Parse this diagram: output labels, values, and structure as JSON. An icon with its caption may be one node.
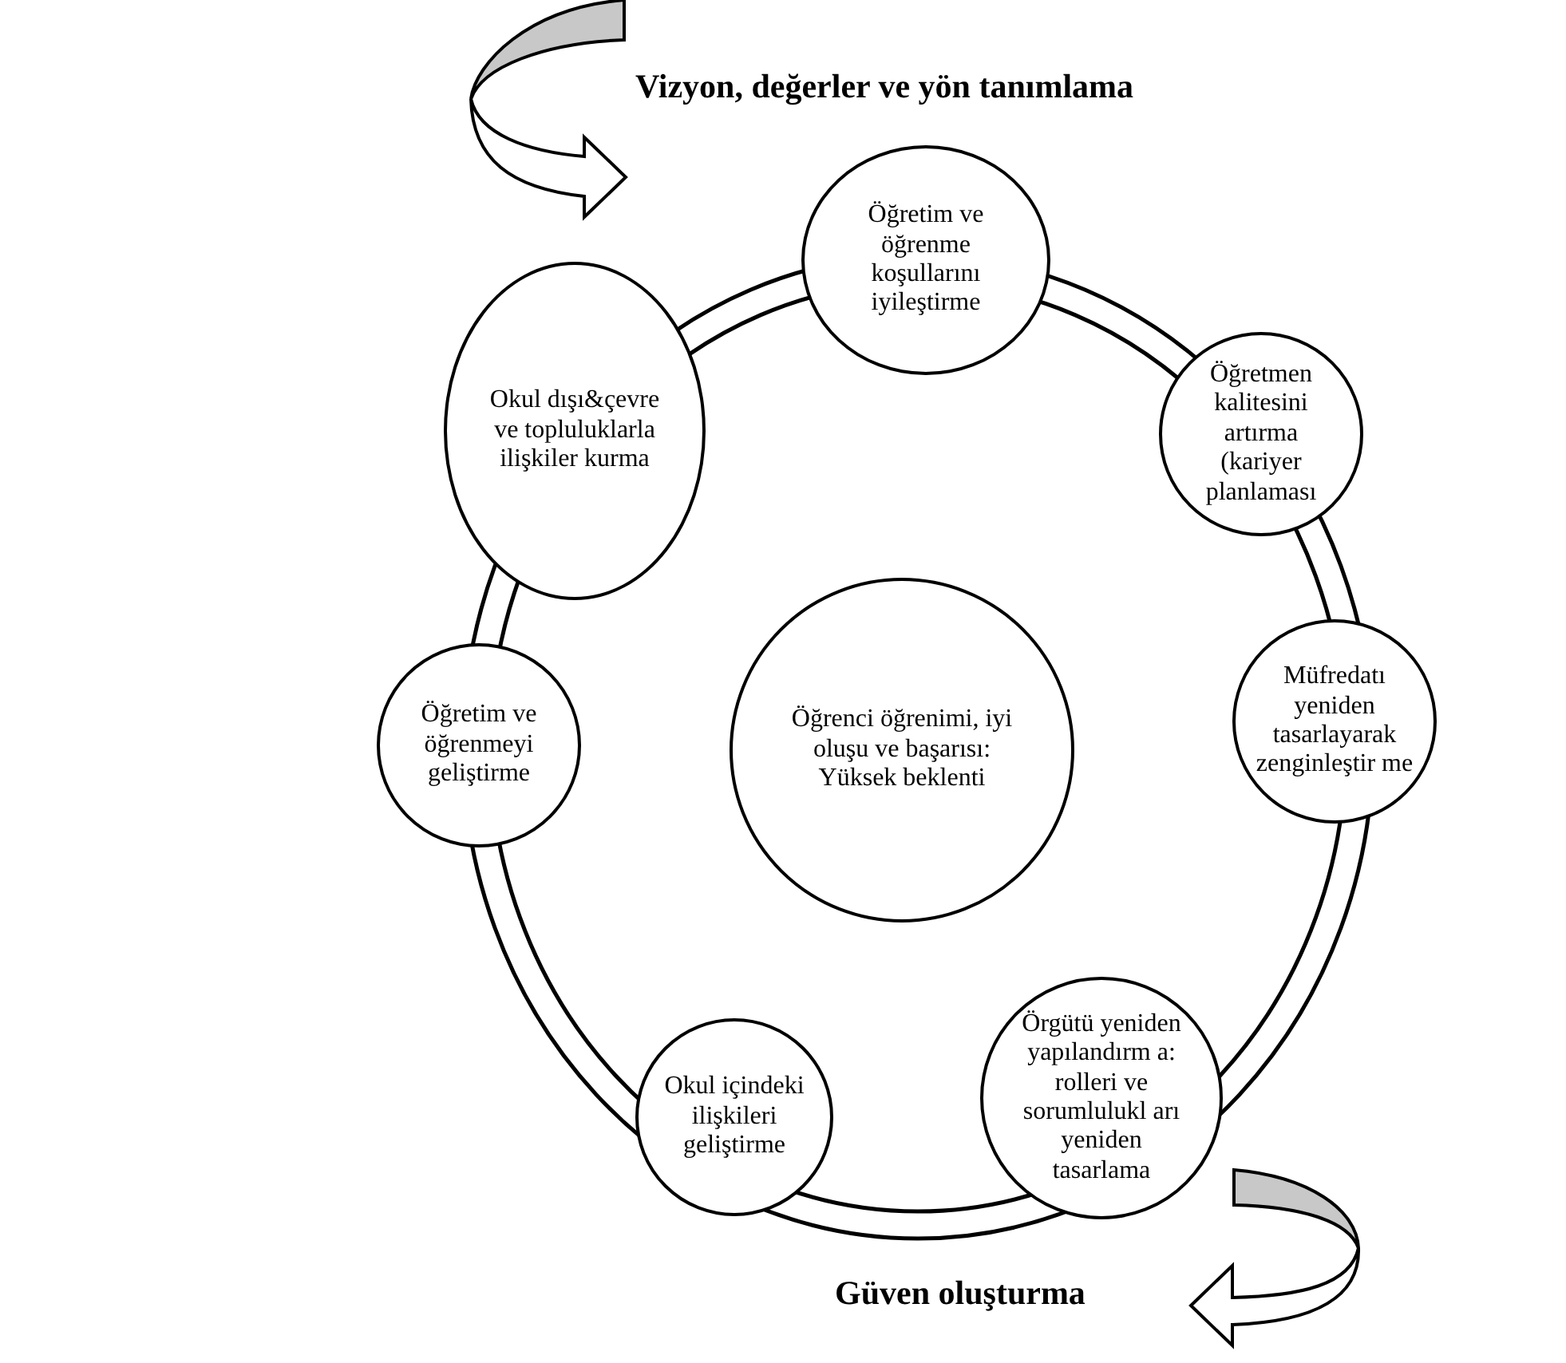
{
  "diagram": {
    "nodes": [
      {
        "text": [
          "Öğretim ve öğrenme koşullarını iyileştirme"
        ]
      },
      {
        "text": [
          "Okul dışı&çevre ve topluluklarla ilişkiler kurma"
        ]
      },
      {
        "text": [
          "Öğretmen kalitesini artırma (kariyer planlaması"
        ]
      },
      {
        "text": [
          "Öğrenci öğrenimi, iyi oluşu ve başarısı: Yüksek beklenti"
        ]
      },
      {
        "text": [
          "Öğretim ve öğrenmeyi geliştirme"
        ]
      },
      {
        "text": [
          "Müfredatı yeniden tasarlayarak zenginleştir me"
        ]
      },
      {
        "text": [
          "Okul içindeki ilişkileri geliştirme"
        ]
      },
      {
        "text": [
          "Örgütü yeniden yapılandırm a: rolleri ve sorumlulukl arı yeniden tasarlama"
        ]
      }
    ],
    "labels": [
      "Vizyon, değerler ve yön tanımlama",
      "Güven oluşturma"
    ]
  }
}
